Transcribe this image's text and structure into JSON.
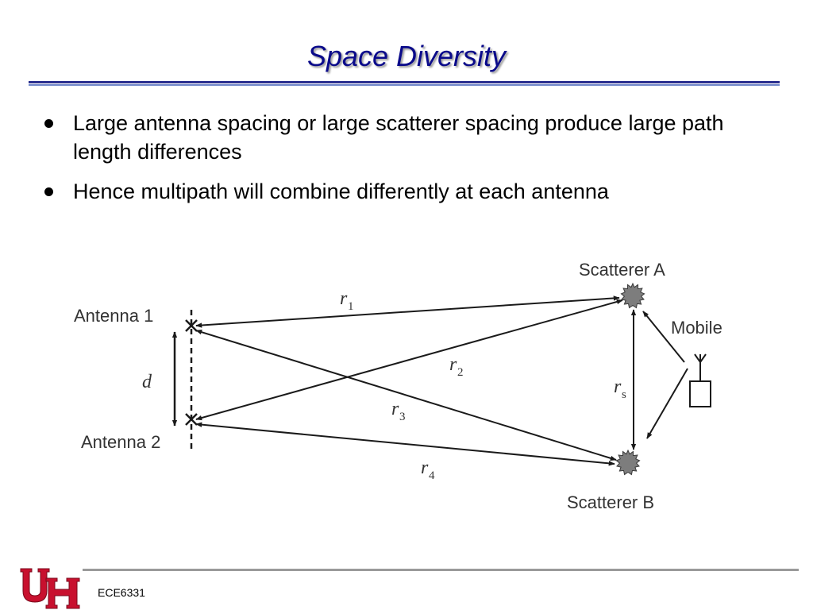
{
  "slide": {
    "title": "Space Diversity",
    "bullets": [
      "Large antenna spacing or large scatterer spacing produce large path length differences",
      "Hence multipath will combine differently at each antenna"
    ],
    "footer": "ECE6331"
  },
  "diagram": {
    "labels": {
      "antenna1": "Antenna 1",
      "antenna2": "Antenna 2",
      "scattererA": "Scatterer A",
      "scattererB": "Scatterer B",
      "mobile": "Mobile"
    },
    "variables": {
      "d": "d",
      "r1": {
        "base": "r",
        "sub": "1"
      },
      "r2": {
        "base": "r",
        "sub": "2"
      },
      "r3": {
        "base": "r",
        "sub": "3"
      },
      "r4": {
        "base": "r",
        "sub": "4"
      },
      "rs": {
        "base": "r",
        "sub": "s"
      }
    }
  },
  "logo": {
    "name": "uh-logo",
    "colors": {
      "red": "#c8102e",
      "white": "#ffffff"
    }
  },
  "colors": {
    "title": "#0a0a8a",
    "rule": "#2a2f8f",
    "line": "#1a1a1a",
    "scatterer": "#7d7d7d"
  }
}
